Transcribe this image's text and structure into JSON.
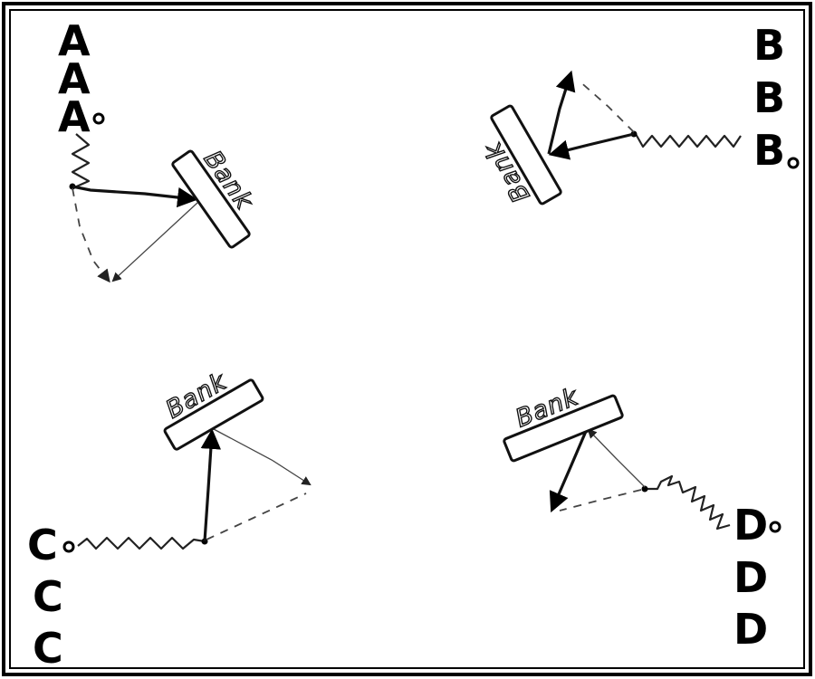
{
  "diagrams": [
    {
      "id": "a",
      "letters": [
        "A",
        "A",
        "A"
      ],
      "bank_label": "Bank"
    },
    {
      "id": "b",
      "letters": [
        "B",
        "B",
        "B"
      ],
      "bank_label": "Bank"
    },
    {
      "id": "c",
      "letters": [
        "C",
        "C",
        "C"
      ],
      "bank_label": "Bank"
    },
    {
      "id": "d",
      "letters": [
        "D",
        "D",
        "D"
      ],
      "bank_label": "Bank"
    }
  ]
}
